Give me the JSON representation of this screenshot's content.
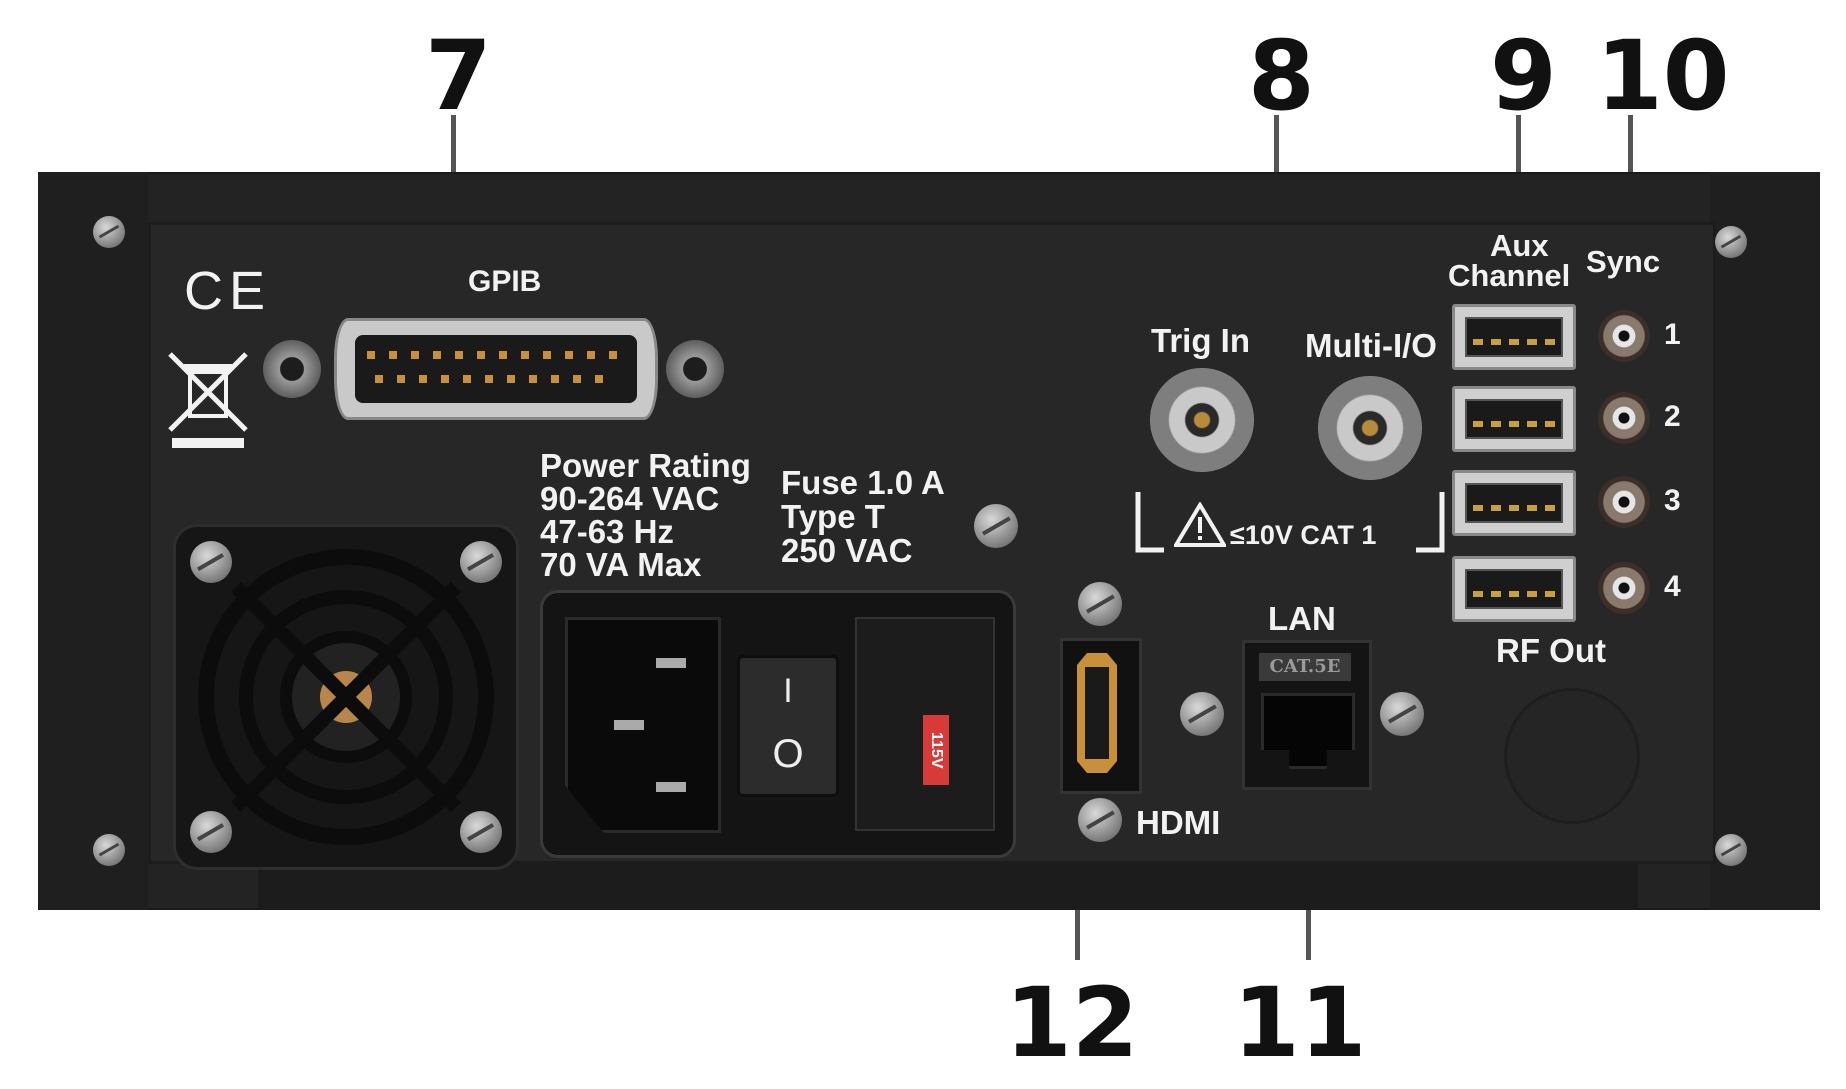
{
  "callouts": {
    "c7": "7",
    "c8": "8",
    "c9": "9",
    "c10": "10",
    "c11": "11",
    "c12": "12"
  },
  "labels": {
    "gpib": "GPIB",
    "power_rating_title": "Power Rating",
    "power_rating_voltage": "90-264 VAC",
    "power_rating_freq": "47-63 Hz",
    "power_rating_va": "70 VA Max",
    "fuse_rating": "Fuse 1.0 A",
    "fuse_type": "Type T",
    "fuse_voltage": "250 VAC",
    "trig_in": "Trig In",
    "multi_io": "Multi-I/O",
    "bnc_rating": "≤10V CAT 1",
    "aux_line1": "Aux",
    "aux_line2": "Channel",
    "sync": "Sync",
    "rf_out": "RF Out",
    "lan": "LAN",
    "cat5e": "CAT.5E",
    "hdmi": "HDMI",
    "voltage_selector": "115V",
    "ce_mark": "CE",
    "switch_on": "I",
    "switch_off": "O"
  },
  "rf_channels": [
    "1",
    "2",
    "3",
    "4"
  ],
  "colors": {
    "panel": "#232323",
    "callout_text": "#111111",
    "label_text": "#f2f2f2",
    "voltage_badge": "#d83a3a"
  }
}
